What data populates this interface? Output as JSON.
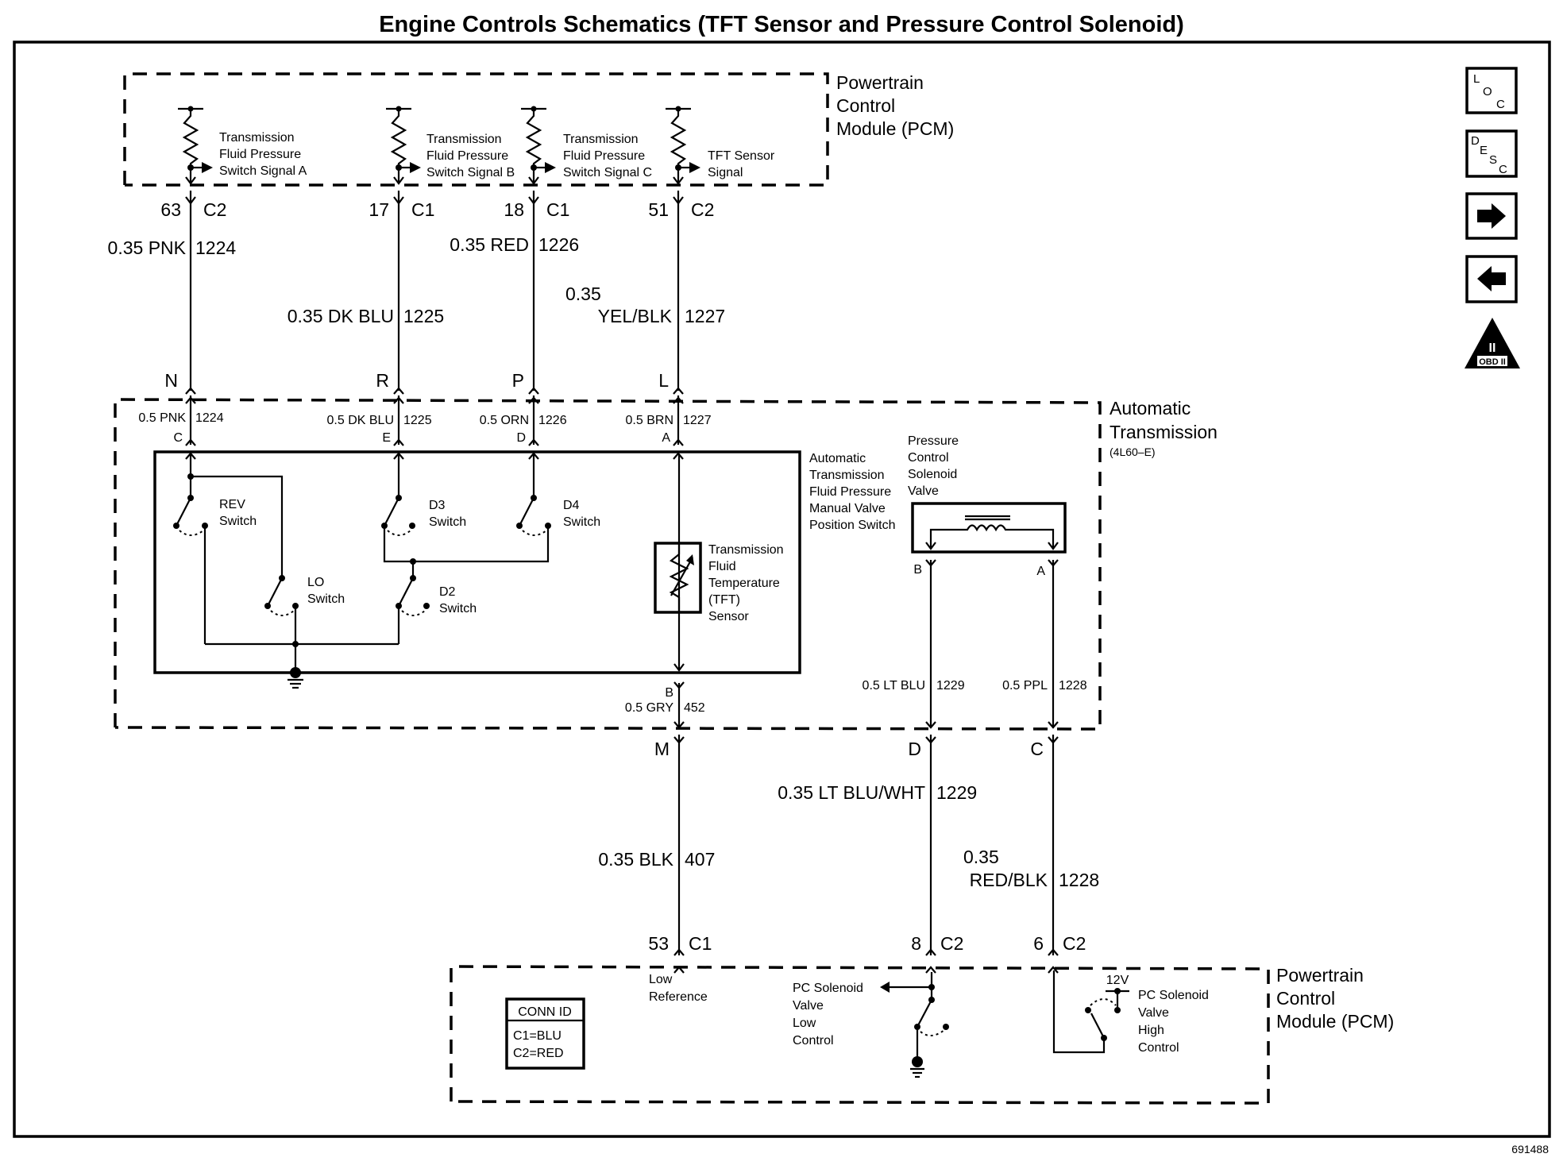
{
  "title": "Engine Controls Schematics (TFT Sensor and Pressure Control Solenoid)",
  "figure_number": "691488",
  "nav_icons": [
    {
      "name": "loc-icon",
      "letters": [
        "L",
        "O",
        "C"
      ]
    },
    {
      "name": "desc-icon",
      "letters": [
        "D",
        "E",
        "S",
        "C"
      ]
    },
    {
      "name": "next-page-arrow-icon",
      "glyph": "right-arrow"
    },
    {
      "name": "previous-page-arrow-icon",
      "glyph": "left-arrow"
    },
    {
      "name": "obd2-icon",
      "top": "II",
      "bottom": "OBD II"
    }
  ],
  "pcm_top": {
    "label": [
      "Powertrain",
      "Control",
      "Module (PCM)"
    ],
    "signals": [
      {
        "lines": [
          "Transmission",
          "Fluid Pressure",
          "Switch Signal A"
        ]
      },
      {
        "lines": [
          "Transmission",
          "Fluid Pressure",
          "Switch Signal B"
        ]
      },
      {
        "lines": [
          "Transmission",
          "Fluid Pressure",
          "Switch Signal C"
        ]
      },
      {
        "lines": [
          "TFT Sensor",
          "Signal"
        ]
      }
    ],
    "pins": [
      {
        "pin": "63",
        "connector": "C2"
      },
      {
        "pin": "17",
        "connector": "C1"
      },
      {
        "pin": "18",
        "connector": "C1"
      },
      {
        "pin": "51",
        "connector": "C2"
      }
    ]
  },
  "harness_upper": [
    {
      "gauge_color": "0.35 PNK",
      "circuit": "1224",
      "inline_pin": "N"
    },
    {
      "gauge_color": "0.35 DK BLU",
      "circuit": "1225",
      "inline_pin": "R"
    },
    {
      "gauge_color": "0.35 RED",
      "circuit": "1226",
      "inline_pin": "P"
    },
    {
      "gauge": "0.35",
      "color": "YEL/BLK",
      "circuit": "1227",
      "inline_pin": "L"
    }
  ],
  "transmission": {
    "label": [
      "Automatic",
      "Transmission"
    ],
    "model": "(4L60–E)",
    "internal_wires": [
      {
        "gauge_color": "0.5 PNK",
        "circuit": "1224",
        "pin": "C"
      },
      {
        "gauge_color": "0.5 DK BLU",
        "circuit": "1225",
        "pin": "E"
      },
      {
        "gauge_color": "0.5 ORN",
        "circuit": "1226",
        "pin": "D"
      },
      {
        "gauge_color": "0.5 BRN",
        "circuit": "1227",
        "pin": "A"
      }
    ],
    "switch_assembly_label": [
      "Automatic",
      "Transmission",
      "Fluid Pressure",
      "Manual Valve",
      "Position Switch"
    ],
    "switches": [
      {
        "label": [
          "REV",
          "Switch"
        ]
      },
      {
        "label": [
          "D3",
          "Switch"
        ]
      },
      {
        "label": [
          "D4",
          "Switch"
        ]
      },
      {
        "label": [
          "LO",
          "Switch"
        ]
      },
      {
        "label": [
          "D2",
          "Switch"
        ]
      }
    ],
    "tft_sensor_label": [
      "Transmission",
      "Fluid",
      "Temperature",
      "(TFT)",
      "Sensor"
    ],
    "tft_low": {
      "pin": "B",
      "gauge_color": "0.5 GRY",
      "circuit": "452"
    },
    "solenoid_label": [
      "Pressure",
      "Control",
      "Solenoid",
      "Valve"
    ],
    "solenoid_pins": [
      {
        "pin": "B",
        "gauge_color": "0.5 LT BLU",
        "circuit": "1229"
      },
      {
        "pin": "A",
        "gauge_color": "0.5 PPL",
        "circuit": "1228"
      }
    ]
  },
  "harness_lower": [
    {
      "inline_pin": "M",
      "gauge_color": "0.35 BLK",
      "circuit": "407",
      "pcm_pin": "53",
      "connector": "C1"
    },
    {
      "inline_pin": "D",
      "gauge_color": "0.35 LT BLU/WHT",
      "circuit": "1229",
      "pcm_pin": "8",
      "connector": "C2"
    },
    {
      "inline_pin": "C",
      "gauge": "0.35",
      "color": "RED/BLK",
      "circuit": "1228",
      "pcm_pin": "6",
      "connector": "C2"
    }
  ],
  "pcm_bottom": {
    "label": [
      "Powertrain",
      "Control",
      "Module (PCM)"
    ],
    "low_reference": [
      "Low",
      "Reference"
    ],
    "low_control": [
      "PC Solenoid",
      "Valve",
      "Low",
      "Control"
    ],
    "high_control": [
      "PC Solenoid",
      "Valve",
      "High",
      "Control"
    ],
    "supply": "12V",
    "conn_id": {
      "header": "CONN ID",
      "rows": [
        "C1=BLU",
        "C2=RED"
      ]
    }
  }
}
